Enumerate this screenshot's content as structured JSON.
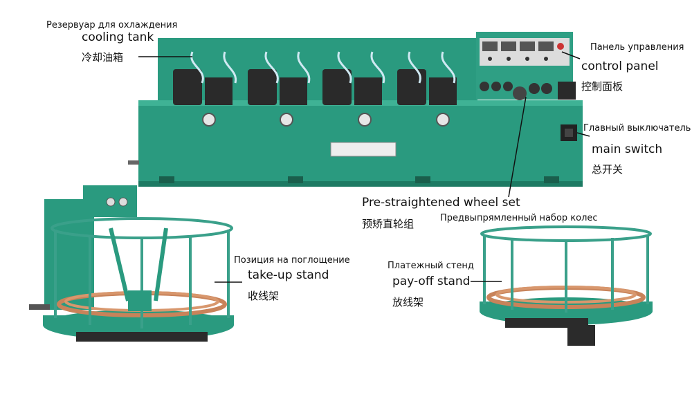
{
  "labels": {
    "cooling_tank": {
      "ru": "Резервуар для охлаждения",
      "en": "cooling tank",
      "zh": "冷却油箱"
    },
    "control_panel": {
      "ru": "Панель управления",
      "en": "control panel",
      "zh": "控制面板"
    },
    "main_switch": {
      "ru": "Главный выключатель",
      "en": "main switch",
      "zh": "总开关"
    },
    "pre_straightened": {
      "en": "Pre-straightened wheel set",
      "zh": "预矫直轮组",
      "ru": "Предвыпрямленный набор колес"
    },
    "take_up_stand": {
      "ru": "Позиция на поглощение",
      "en": "take-up stand",
      "zh": "收线架"
    },
    "pay_off_stand": {
      "ru": "Платежный стенд",
      "en": "pay-off stand",
      "zh": "放线架"
    }
  },
  "machine": {
    "colors": {
      "body": "#2a9a7f",
      "body_dark": "#1d7a63",
      "body_light": "#3fb295",
      "copper": "#c8835a",
      "motor": "#2a2a2a",
      "frame": "#3aa08a"
    }
  }
}
